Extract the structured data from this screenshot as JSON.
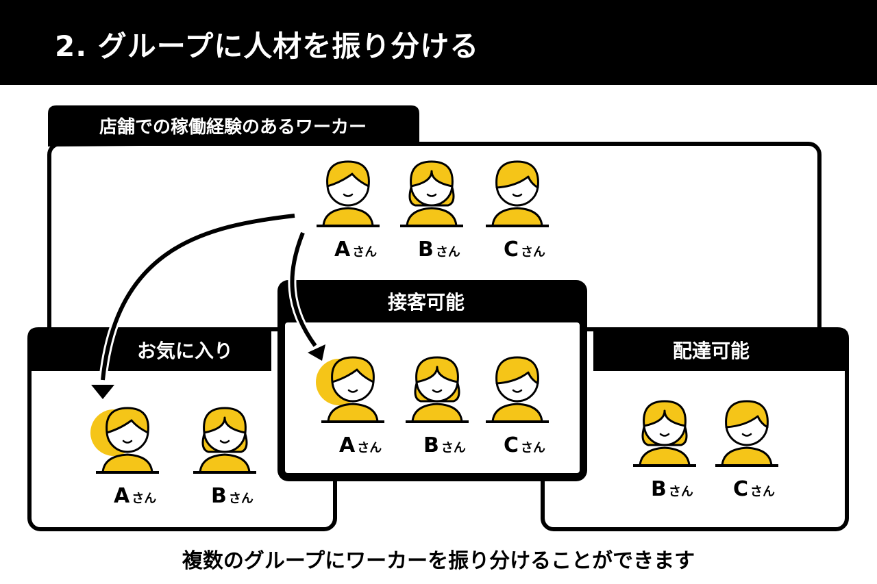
{
  "header": {
    "title": "2. グループに人材を振り分ける"
  },
  "groups": {
    "experienced": {
      "label": "店舗での稼働経験のあるワーカー"
    },
    "favorites": {
      "label": "お気に入り"
    },
    "customer": {
      "label": "接客可能"
    },
    "delivery": {
      "label": "配達可能"
    }
  },
  "workers": {
    "a": {
      "letter": "A",
      "suffix": "さん"
    },
    "b": {
      "letter": "B",
      "suffix": "さん"
    },
    "c": {
      "letter": "C",
      "suffix": "さん"
    }
  },
  "caption": "複数のグループにワーカーを振り分けることができます",
  "colors": {
    "accent": "#F5C518",
    "ink": "#000000",
    "paper": "#ffffff"
  },
  "icons": [
    "person-avatar-icon",
    "arrow-icon",
    "highlight-circle-icon"
  ]
}
